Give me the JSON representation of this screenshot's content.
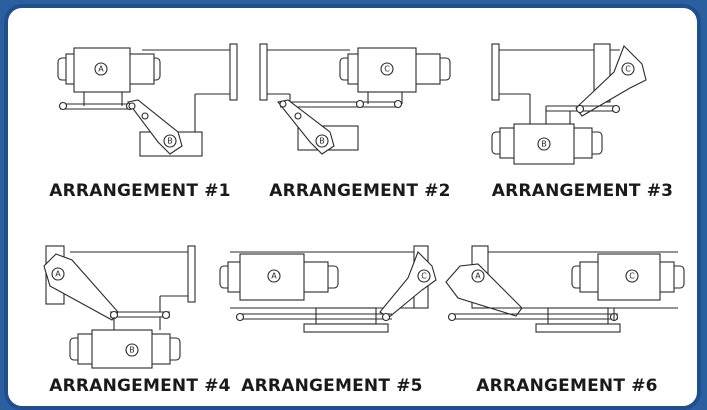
{
  "colors": {
    "frame": "#1f4f8f",
    "background": "#2c5fa0",
    "panel": "#ffffff",
    "line": "#2a2a2a"
  },
  "arrangements": [
    {
      "caption": "ARRANGEMENT #1",
      "labels": [
        "A",
        "B"
      ]
    },
    {
      "caption": "ARRANGEMENT #2",
      "labels": [
        "C",
        "B"
      ]
    },
    {
      "caption": "ARRANGEMENT #3",
      "labels": [
        "C",
        "B"
      ]
    },
    {
      "caption": "ARRANGEMENT #4",
      "labels": [
        "A",
        "B"
      ]
    },
    {
      "caption": "ARRANGEMENT #5",
      "labels": [
        "A",
        "C"
      ]
    },
    {
      "caption": "ARRANGEMENT #6",
      "labels": [
        "A",
        "C"
      ]
    }
  ]
}
